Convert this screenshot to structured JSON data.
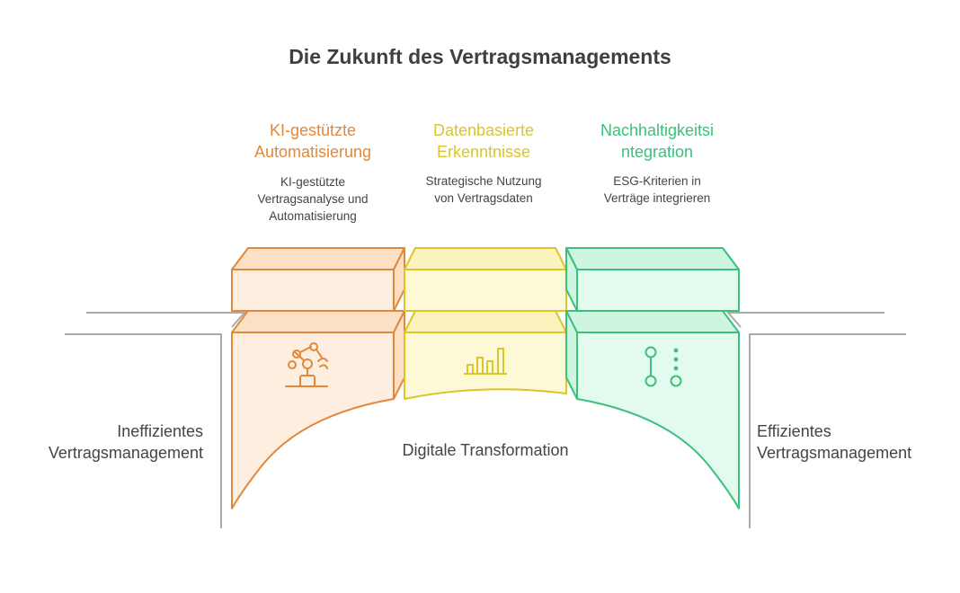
{
  "title": "Die Zukunft des Vertragsmanagements",
  "left_label": "Ineffizientes Vertragsmanagement",
  "right_label": "Effizientes Vertragsmanagement",
  "center_label": "Digitale Transformation",
  "pillars": [
    {
      "title_line1": "KI-gestützte",
      "title_line2": "Automatisierung",
      "desc_line1": "KI-gestützte",
      "desc_line2": "Vertragsanalyse und",
      "desc_line3": "Automatisierung",
      "icon": "robot-arm-icon",
      "color": "#e0893a"
    },
    {
      "title_line1": "Datenbasierte",
      "title_line2": "Erkenntnisse",
      "desc_line1": "Strategische Nutzung",
      "desc_line2": "von Vertragsdaten",
      "icon": "bar-chart-icon",
      "color": "#dcc527"
    },
    {
      "title_line1": "Nachhaltigkeitsi",
      "title_line2": "ntegration",
      "desc_line1": "ESG-Kriterien in",
      "desc_line2": "Verträge integrieren",
      "icon": "connection-nodes-icon",
      "color": "#3cc07c"
    }
  ]
}
